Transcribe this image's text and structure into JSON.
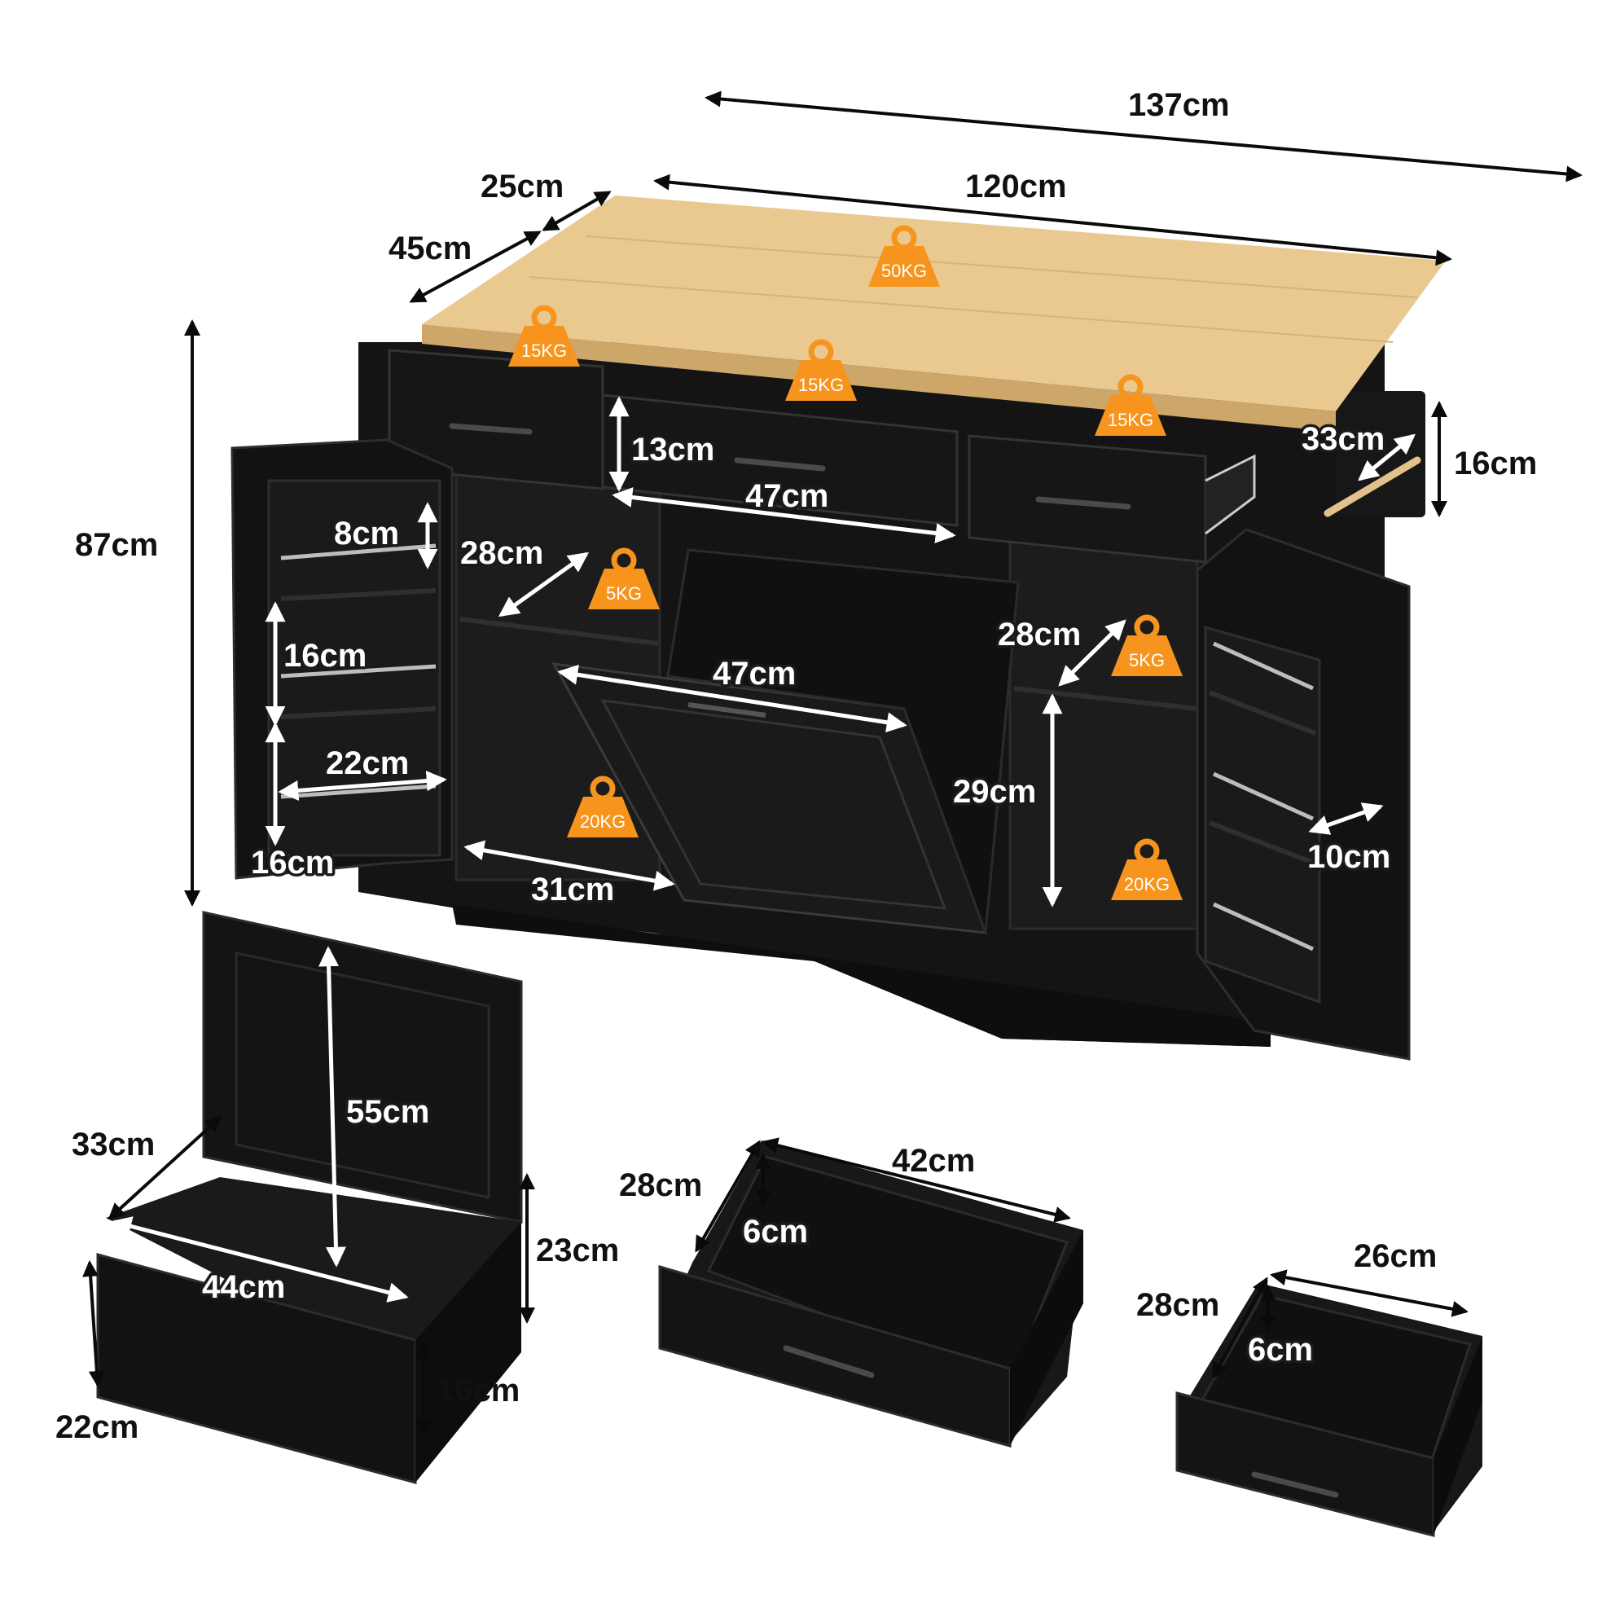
{
  "diagram": {
    "top": {
      "length_total": "137cm",
      "length_board": "120cm",
      "depth": "45cm",
      "extension": "25cm",
      "height": "87cm",
      "rack_depth": "33cm",
      "rack_height": "16cm",
      "top_load": "50KG"
    },
    "drawers_row": {
      "load_left": "15KG",
      "load_middle": "15KG",
      "load_right": "15KG",
      "height": "13cm",
      "width": "47cm"
    },
    "left_door": {
      "shelf_gap_1": "8cm",
      "shelf_gap_2": "16cm",
      "rack_width": "22cm",
      "shelf_gap_3": "16cm"
    },
    "left_cabinet": {
      "shelf_depth": "28cm",
      "shelf_load": "5KG",
      "floor_load": "20KG",
      "floor_width": "31cm"
    },
    "bin_cabinet": {
      "width": "47cm"
    },
    "right_cabinet": {
      "shelf_depth": "28cm",
      "shelf_load": "5KG",
      "height": "29cm",
      "floor_load": "20KG"
    },
    "right_door": {
      "rack_depth": "10cm"
    },
    "bin_detail": {
      "depth": "33cm",
      "height": "55cm",
      "width": "44cm",
      "side_height": "23cm",
      "front_height": "16cm",
      "base_height": "22cm"
    },
    "large_drawer": {
      "depth": "28cm",
      "width": "42cm",
      "inner_height": "6cm"
    },
    "small_drawer": {
      "depth": "28cm",
      "width": "26cm",
      "inner_height": "6cm"
    }
  },
  "colors": {
    "cabinet": "#141414",
    "cabinet_edge": "#2b2b2b",
    "wood": "#e9c98f",
    "wood_dark": "#cda76a",
    "weight_badge": "#f7941d",
    "metal": "#bdbdbd"
  },
  "icons": {
    "weight": "weight-kettlebell-icon",
    "arrow": "double-headed-arrow-icon"
  }
}
